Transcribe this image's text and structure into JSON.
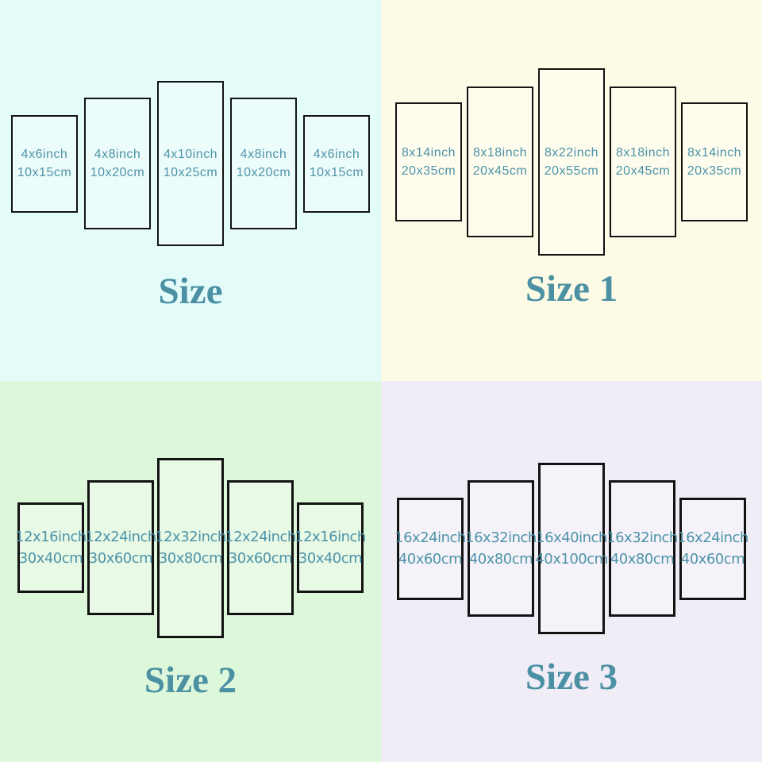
{
  "colors": {
    "quadrant_size_bg": "#e3fbf9",
    "quadrant_size1_bg": "#fdfbe5",
    "quadrant_size2_bg": "#ddf7da",
    "quadrant_size3_bg": "#f1edf7",
    "panel_border": "#131313",
    "label_text": "#4e93a8",
    "title_text": "#4b90a3"
  },
  "quadrants": [
    {
      "title": "Size",
      "panels": [
        {
          "inch": "4x6inch",
          "cm": "10x15cm"
        },
        {
          "inch": "4x8inch",
          "cm": "10x20cm"
        },
        {
          "inch": "4x10inch",
          "cm": "10x25cm"
        },
        {
          "inch": "4x8inch",
          "cm": "10x20cm"
        },
        {
          "inch": "4x6inch",
          "cm": "10x15cm"
        }
      ]
    },
    {
      "title": "Size 1",
      "panels": [
        {
          "inch": "8x14inch",
          "cm": "20x35cm"
        },
        {
          "inch": "8x18inch",
          "cm": "20x45cm"
        },
        {
          "inch": "8x22inch",
          "cm": "20x55cm"
        },
        {
          "inch": "8x18inch",
          "cm": "20x45cm"
        },
        {
          "inch": "8x14inch",
          "cm": "20x35cm"
        }
      ]
    },
    {
      "title": "Size 2",
      "panels": [
        {
          "inch": "12x16inch",
          "cm": "30x40cm"
        },
        {
          "inch": "12x24inch",
          "cm": "30x60cm"
        },
        {
          "inch": "12x32inch",
          "cm": "30x80cm"
        },
        {
          "inch": "12x24inch",
          "cm": "30x60cm"
        },
        {
          "inch": "12x16inch",
          "cm": "30x40cm"
        }
      ]
    },
    {
      "title": "Size 3",
      "panels": [
        {
          "inch": "16x24inch",
          "cm": "40x60cm"
        },
        {
          "inch": "16x32inch",
          "cm": "40x80cm"
        },
        {
          "inch": "16x40inch",
          "cm": "40x100cm"
        },
        {
          "inch": "16x32inch",
          "cm": "40x80cm"
        },
        {
          "inch": "16x24inch",
          "cm": "40x60cm"
        }
      ]
    }
  ]
}
